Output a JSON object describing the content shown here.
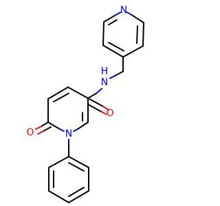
{
  "colors": {
    "background": "#ffffff",
    "carbon_bond": "#000000",
    "nitrogen": "#0000ff",
    "oxygen": "#ff0000"
  },
  "atoms": {
    "pyridine_n": {
      "element": "N",
      "label": "N"
    },
    "amide_nh": {
      "element": "N",
      "label": "N",
      "h_label": "H"
    },
    "amide_o": {
      "element": "O",
      "label": "O"
    },
    "ring_n": {
      "element": "N",
      "label": "N"
    },
    "ketone_o": {
      "element": "O",
      "label": "O"
    }
  }
}
